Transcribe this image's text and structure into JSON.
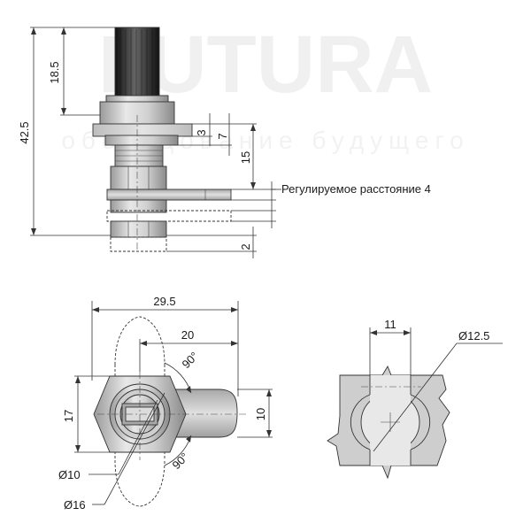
{
  "watermark": {
    "brand": "FUTURA",
    "slogan": "оборудование будущего"
  },
  "dimensions": {
    "d_18_5": "18.5",
    "d_42_5": "42.5",
    "d_3": "3",
    "d_7": "7",
    "d_15": "15",
    "d_2": "2",
    "adjustable_note": "Регулируемое расстояние 4",
    "d_29_5": "29.5",
    "d_20": "20",
    "d_90_top": "90°",
    "d_90_bottom": "90°",
    "d_17": "17",
    "d_10": "10",
    "d_dia10": "Ø10",
    "d_dia16": "Ø16",
    "d_11": "11",
    "d_dia12_5": "Ø12.5"
  },
  "colors": {
    "metal_light": "#e6e6e6",
    "metal_mid": "#c4c4c4",
    "metal_dark": "#8e8e8e",
    "knob": "#2a2a2a"
  }
}
